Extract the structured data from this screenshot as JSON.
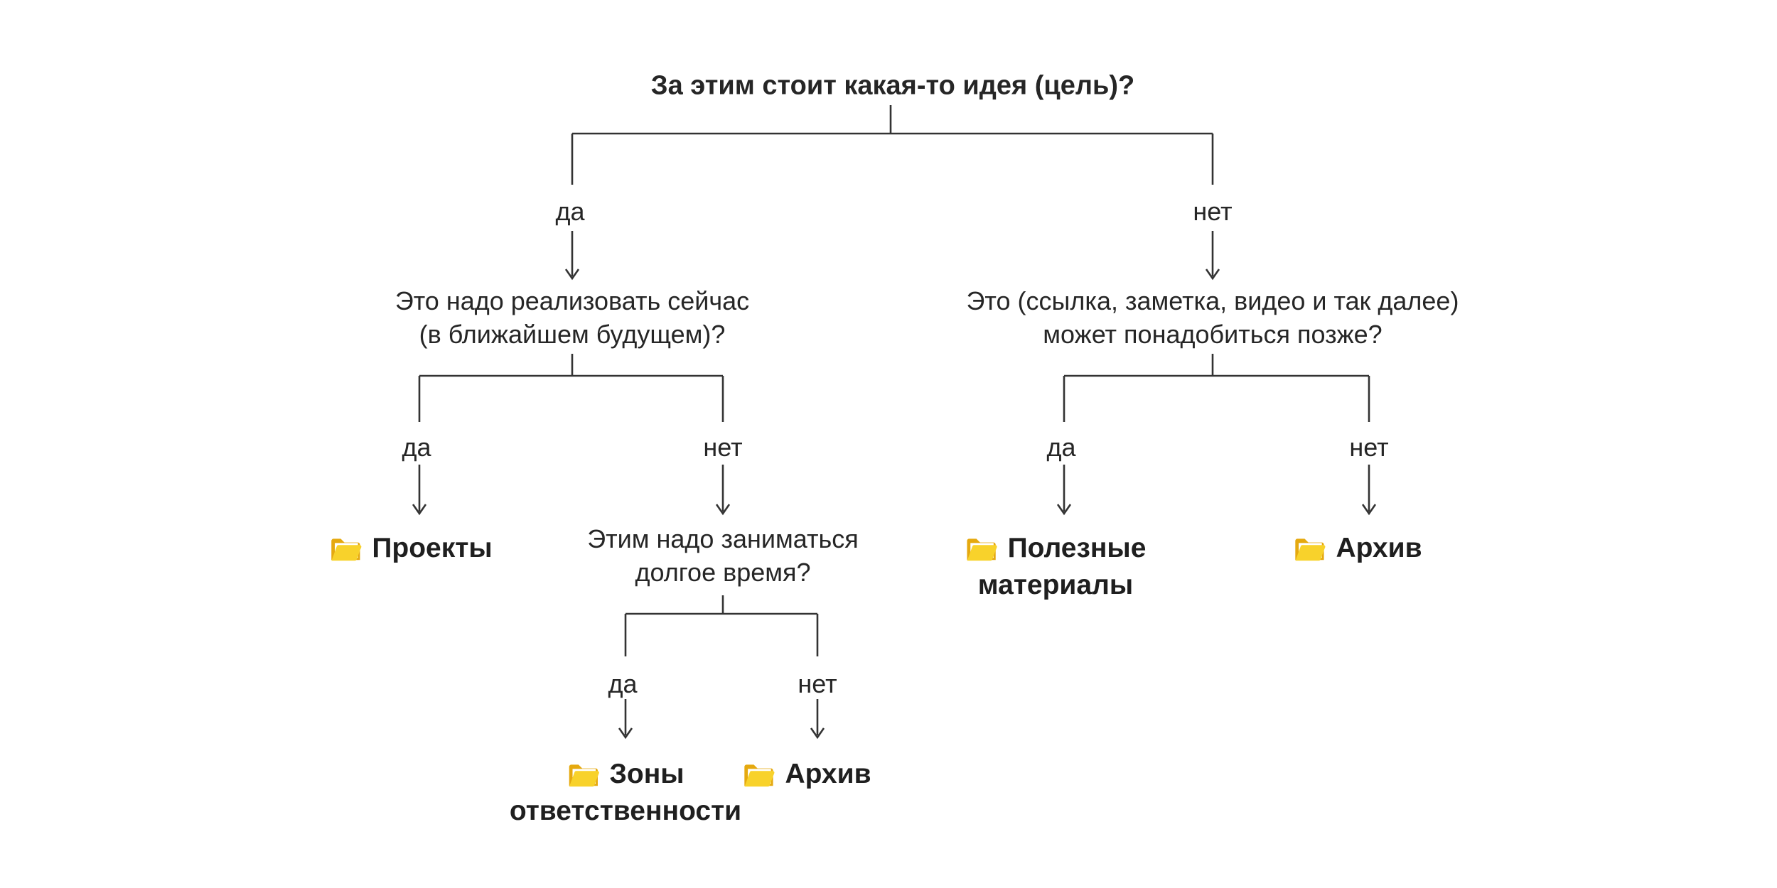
{
  "edge_labels": {
    "yes": "да",
    "no": "нет"
  },
  "nodes": {
    "root": {
      "question": "За этим стоит какая-то идея (цель)?"
    },
    "realize_now": {
      "line1": "Это надо реализовать сейчас",
      "line2": "(в ближайшем будущем)?"
    },
    "needed_later": {
      "line1": "Это (ссылка, заметка, видео и так далее)",
      "line2": "может понадобиться позже?"
    },
    "long_time": {
      "line1": "Этим надо заниматься",
      "line2": "долгое время?"
    },
    "projects": {
      "label": "Проекты",
      "icon": "open-folder"
    },
    "areas": {
      "line1": "Зоны",
      "line2": "ответственности",
      "icon": "open-folder"
    },
    "archive_left": {
      "label": "Архив",
      "icon": "open-folder"
    },
    "useful": {
      "line1": "Полезные",
      "line2": "материалы",
      "icon": "open-folder"
    },
    "archive_right": {
      "label": "Архив",
      "icon": "open-folder"
    }
  },
  "colors": {
    "background": "#ffffff",
    "line": "#333333",
    "text": "#262626",
    "leaf_text": "#1f1f1f",
    "folder_front": "#F8D22B",
    "folder_back": "#E5A90F"
  }
}
